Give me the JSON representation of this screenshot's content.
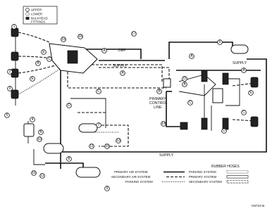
{
  "legend_fittings": {
    "upper": "UPPER",
    "lower": "LOWER",
    "bulkhead_line1": "BULKHEAD",
    "bulkhead_line2": "FITTINGS"
  },
  "labels": {
    "def": "DEF",
    "supply_top_mid": "SUPPLY",
    "supply_top_right": "SUPPLY",
    "supply_bottom": "SUPPLY",
    "primary_control_line1": "PRIMARY",
    "primary_control_line2": "CONTROL",
    "primary_control_line3": "LINE"
  },
  "legend_lines": {
    "primary_air": "PRIMARY AIR SYSTEM",
    "secondary_air": "SECONDARY AIR SYSTEM",
    "parking": "PARKING SYSTEM"
  },
  "legend_hoses": {
    "title": "RUBBER HOSES",
    "parking": "PARKING SYSTEM",
    "primary": "PRIMARY SYSTEM",
    "secondary": "SECONDARY SYSTEM"
  },
  "figure_id": "H9722-B",
  "callouts": [
    "1",
    "2",
    "3",
    "4",
    "5",
    "6",
    "7",
    "8",
    "9",
    "10",
    "11",
    "12",
    "13",
    "14",
    "15",
    "16",
    "17",
    "18",
    "19",
    "A",
    "B",
    "C",
    "D",
    "E"
  ]
}
